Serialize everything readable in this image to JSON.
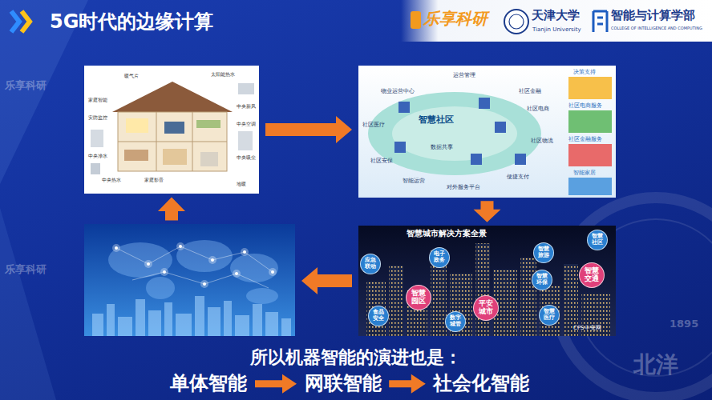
{
  "diagram": {
    "title": "5G时代的边缘计算",
    "nodes": [
      {
        "text": [
          "暖气片",
          "太阳能热水",
          "家庭智能",
          "安防监控",
          "中央新风",
          "中央空调",
          "中央净水",
          "中央热水",
          "家庭影音",
          "中央吸尘",
          "地暖"
        ]
      },
      {
        "text": [
          "物业运营中心",
          "运营管理",
          "社区金融",
          "社区电商",
          "社区医疗",
          "智慧社区",
          "数据共享",
          "社区物流",
          "社区安保",
          "智能运营",
          "对外服务平台",
          "便捷支付",
          "决策支持",
          "社区电商服务",
          "社区金融服务",
          "智能家居"
        ]
      },
      {
        "text": []
      },
      {
        "text": [
          "智慧城市解决方案全景",
          "CPS中安网"
        ]
      },
      {
        "text": [
          "应急联动"
        ],
        "in": 3
      },
      {
        "text": [
          "电子政务"
        ],
        "in": 3
      },
      {
        "text": [
          "智慧社区"
        ],
        "in": 3
      },
      {
        "text": [
          "智慧旅游"
        ],
        "in": 3
      },
      {
        "text": [
          "智慧交通"
        ],
        "in": 3
      },
      {
        "text": [
          "智慧园区"
        ],
        "in": 3
      },
      {
        "text": [
          "平安城市"
        ],
        "in": 3
      },
      {
        "text": [
          "智慧环保"
        ],
        "in": 3
      },
      {
        "text": [
          "食品安全"
        ],
        "in": 3
      },
      {
        "text": [
          "数字城管"
        ],
        "in": 3
      },
      {
        "text": [
          "智慧医疗"
        ],
        "in": 3
      },
      {
        "text": [
          "单体智能"
        ]
      },
      {
        "text": [
          "网联智能"
        ]
      },
      {
        "text": [
          "社会化智能"
        ]
      }
    ],
    "edges": [
      {
        "from": 0,
        "to": 1,
        "arrow": "to"
      },
      {
        "from": 1,
        "to": 3,
        "arrow": "to"
      },
      {
        "from": 3,
        "to": 2,
        "arrow": "to"
      },
      {
        "from": 2,
        "to": 0,
        "arrow": "to"
      },
      {
        "from": 15,
        "to": 16,
        "arrow": "to"
      },
      {
        "from": 16,
        "to": 17,
        "arrow": "to"
      }
    ],
    "labels": [
      "乐享科研",
      "天津大学",
      "Tianjin University",
      "智能与计算学部",
      "COLLEGE OF INTELLIGENCE AND COMPUTING",
      "所以机器智能的演进也是：",
      "乐享科研",
      "乐享科研",
      "北洋",
      "1895"
    ]
  }
}
